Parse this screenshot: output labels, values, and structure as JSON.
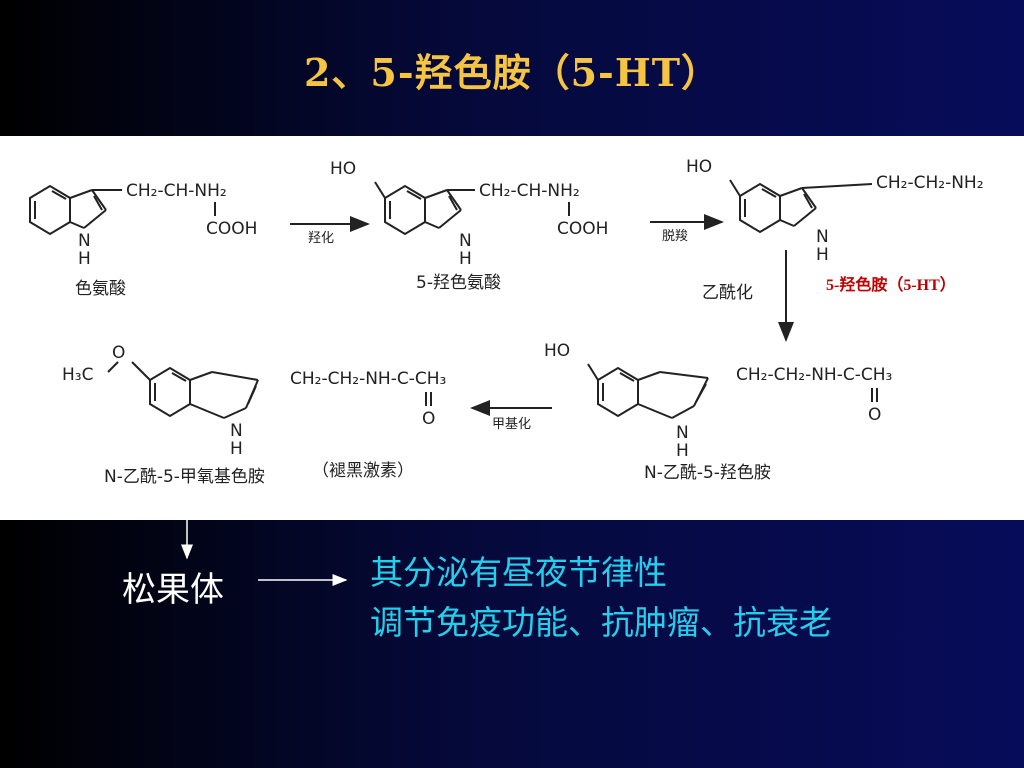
{
  "title": "2、5-羟色胺（5-HT）",
  "compounds": {
    "tryptophan": {
      "name": "色氨酸",
      "chain": "CH₂-CH-NH₂",
      "acid": "COOH",
      "nh": "N",
      "h": "H"
    },
    "hydroxytryptophan": {
      "name": "5-羟色氨酸",
      "ho": "HO",
      "chain": "CH₂-CH-NH₂",
      "acid": "COOH",
      "nh": "N",
      "h": "H"
    },
    "serotonin": {
      "name": "5-羟色胺（5-HT）",
      "ho": "HO",
      "chain": "CH₂-CH₂-NH₂",
      "nh": "N",
      "h": "H"
    },
    "acetylserotonin": {
      "name": "N-乙酰-5-羟色胺",
      "ho": "HO",
      "chain": "CH₂-CH₂-NH-C-CH₃",
      "oxo": "O",
      "nh": "N",
      "h": "H"
    },
    "melatonin": {
      "name": "N-乙酰-5-甲氧基色胺",
      "alt_name": "（褪黑激素）",
      "methoxy_c": "H₃C",
      "methoxy_o": "O",
      "chain": "CH₂-CH₂-NH-C-CH₃",
      "oxo": "O",
      "nh": "N",
      "h": "H"
    }
  },
  "reactions": {
    "hydroxylation": "羟化",
    "decarboxylation": "脱羧",
    "acetylation": "乙酰化",
    "methylation": "甲基化"
  },
  "pineal": "松果体",
  "functions": [
    "其分泌有昼夜节律性",
    "调节免疫功能、抗肿瘤、抗衰老"
  ]
}
